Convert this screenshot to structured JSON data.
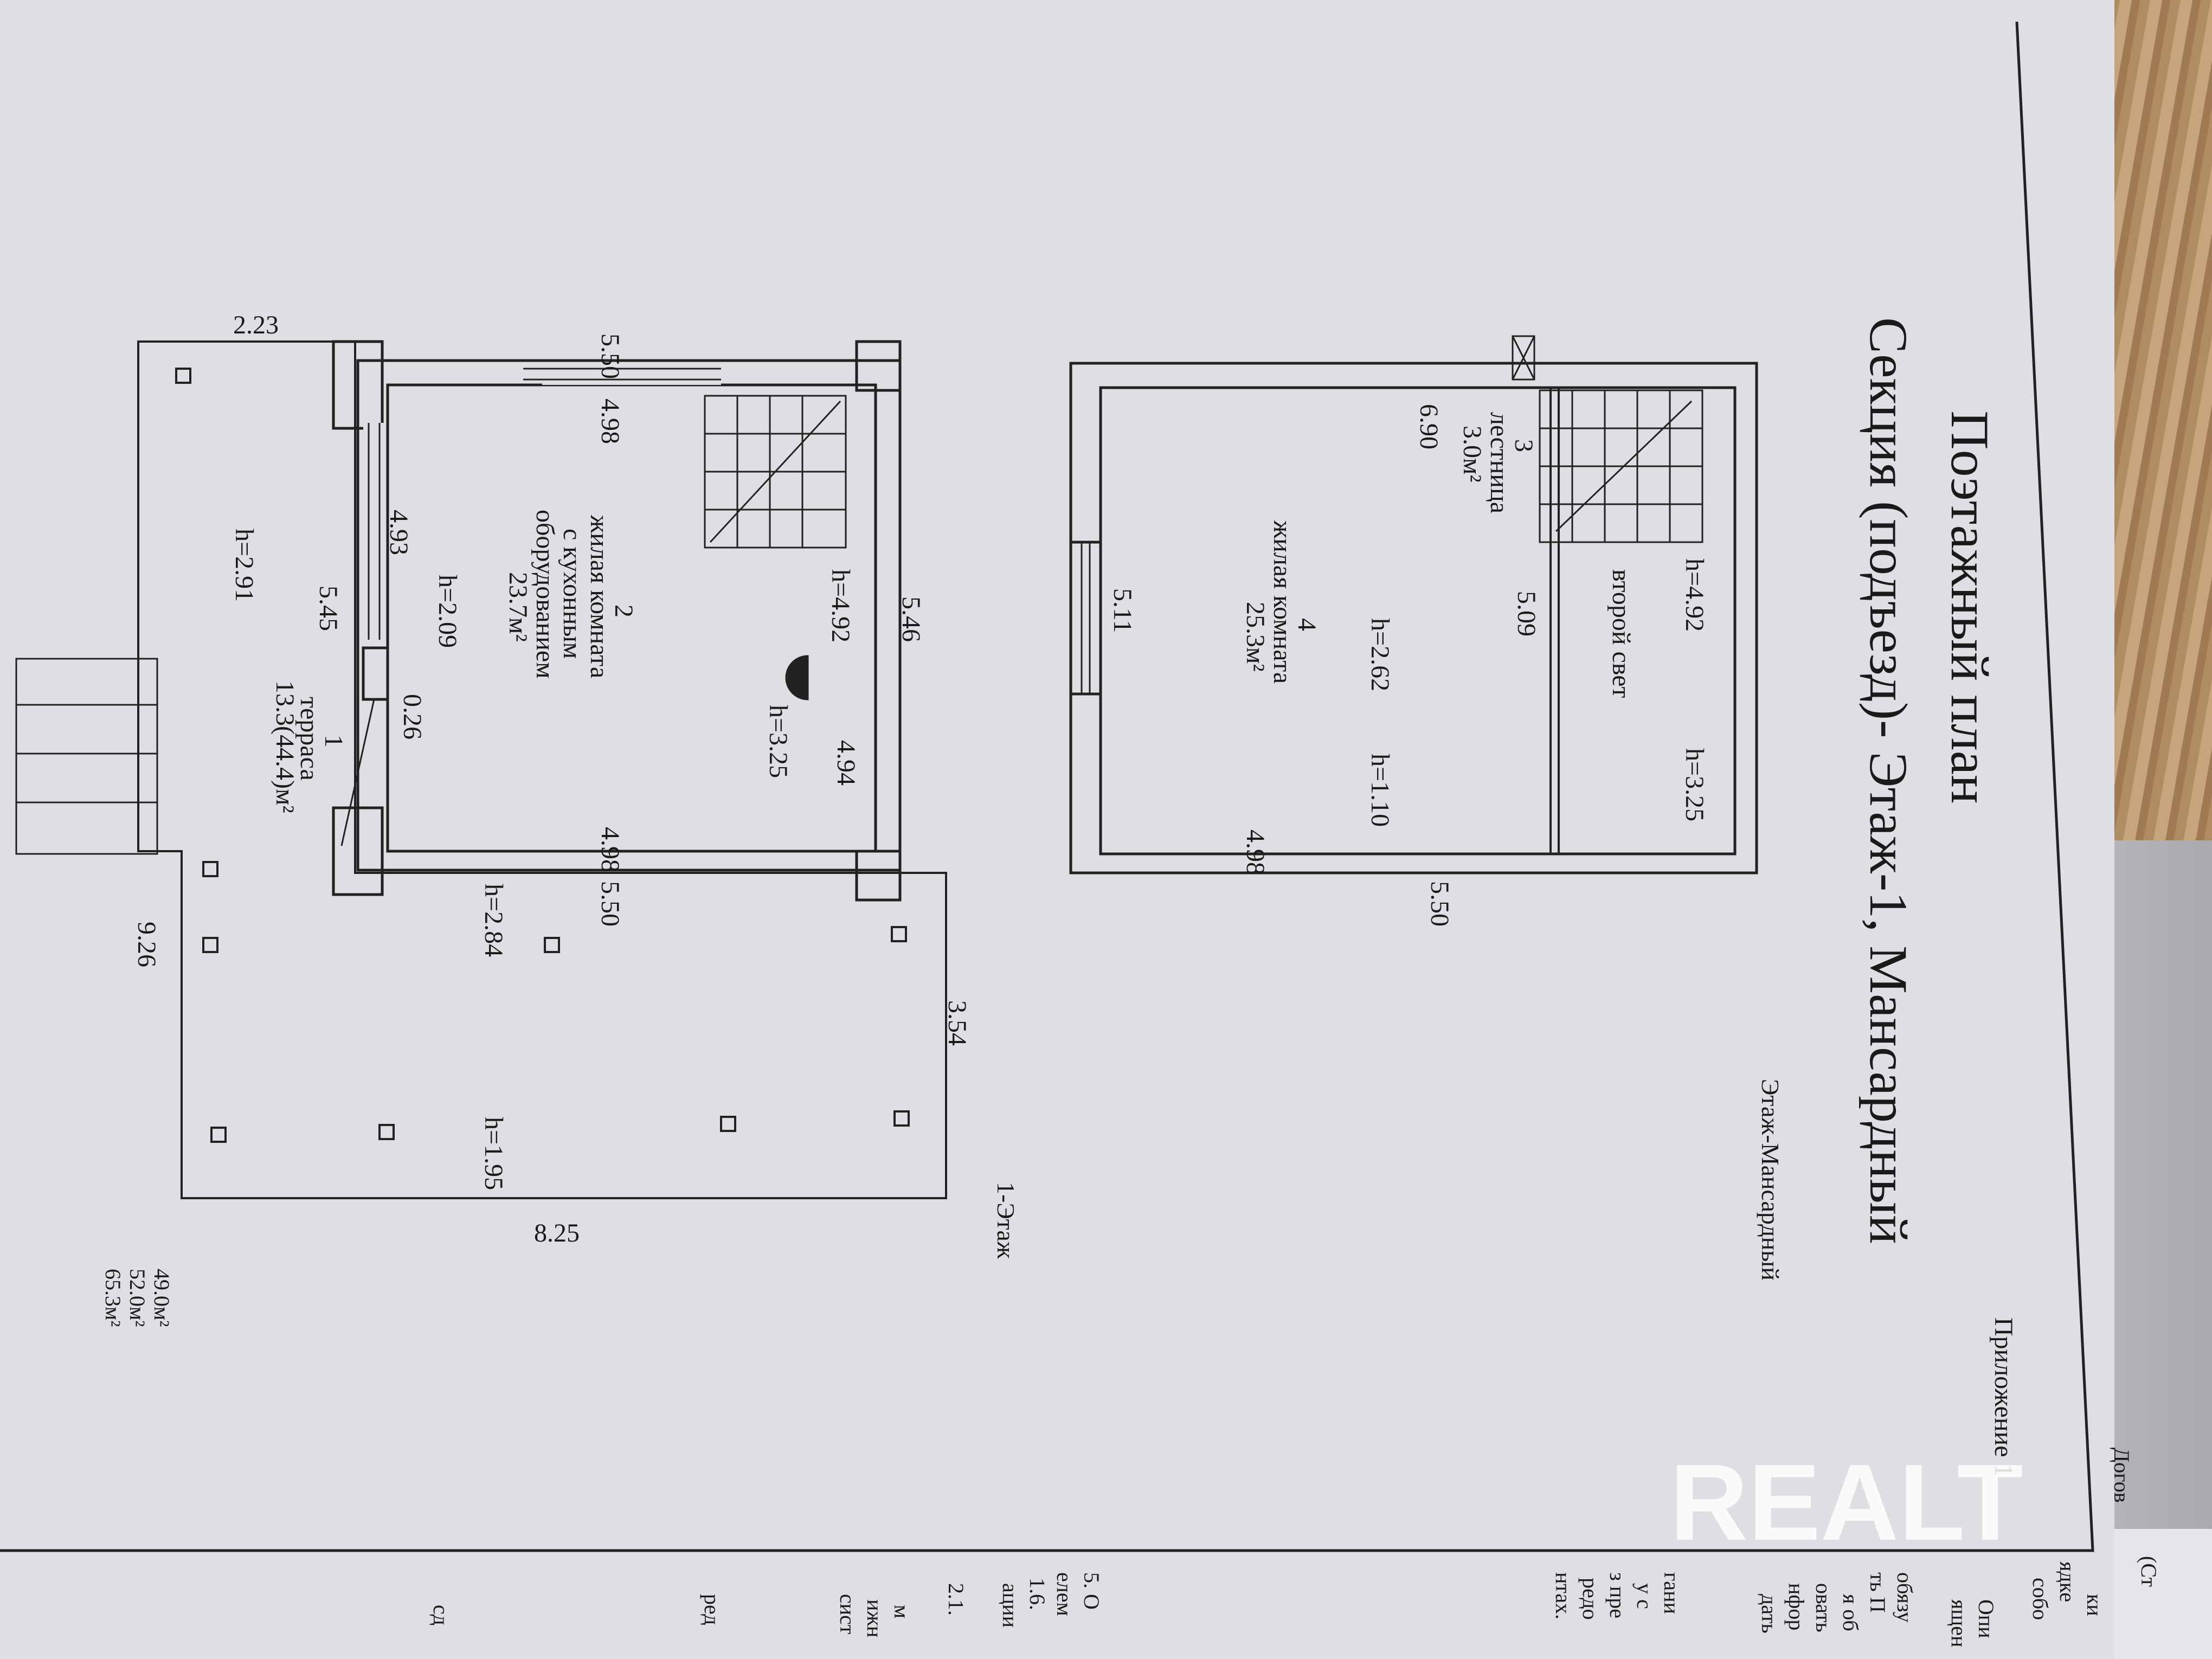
{
  "document": {
    "title": "Поэтажный план",
    "subtitle": "Секция (подъезд)-   Этаж-1, Мансардный",
    "appendix": "Приложение 1",
    "watermark": "REALT",
    "upper_plan_caption": "Этаж-Мансардный",
    "lower_plan_caption": "1-Этаж",
    "areas": [
      "49.0м²",
      "52.0м²",
      "65.3м²"
    ]
  },
  "attic_floor": {
    "dims": [
      "6.90",
      "5.09",
      "5.11",
      "4.98",
      "5.50"
    ],
    "heights": [
      "h=4.92",
      "h=3.25",
      "h=2.62",
      "h=1.10"
    ],
    "second_light": "второй свет",
    "room3": {
      "num": "3",
      "name": "лестница",
      "area": "3.0м²"
    },
    "room4": {
      "num": "4",
      "name": "жилая комната",
      "area": "25.3м²"
    }
  },
  "first_floor": {
    "dims": [
      "2.23",
      "5.50",
      "4.98",
      "5.46",
      "4.93",
      "5.45",
      "0.26",
      "4.94",
      "4.98",
      "5.50",
      "9.26",
      "3.54",
      "8.25"
    ],
    "heights": [
      "h=4.92",
      "h=3.25",
      "h=2.09",
      "h=2.91",
      "h=2.84",
      "h=1.95"
    ],
    "room2": {
      "num": "2",
      "l1": "жилая комната",
      "l2": "с кухонным",
      "l3": "оборудованием",
      "area": "23.7м²"
    },
    "room1": {
      "num": "1",
      "name": "терраса",
      "area": "13.3(44.4)м²"
    }
  },
  "page_fragments": [
    "Догов",
    "(Ст",
    "ки",
    "ядке",
    "собо",
    "Опи",
    "ящен",
    "обязу",
    "ть П",
    "я об",
    "овать",
    "нфор",
    "дать",
    "гани",
    "у с",
    "з пре",
    "редо",
    "нтах.",
    "5. О",
    "елем",
    "1.6.",
    "ации",
    "2.1.",
    "м",
    "ижн",
    "сист",
    "ред",
    "сд"
  ]
}
